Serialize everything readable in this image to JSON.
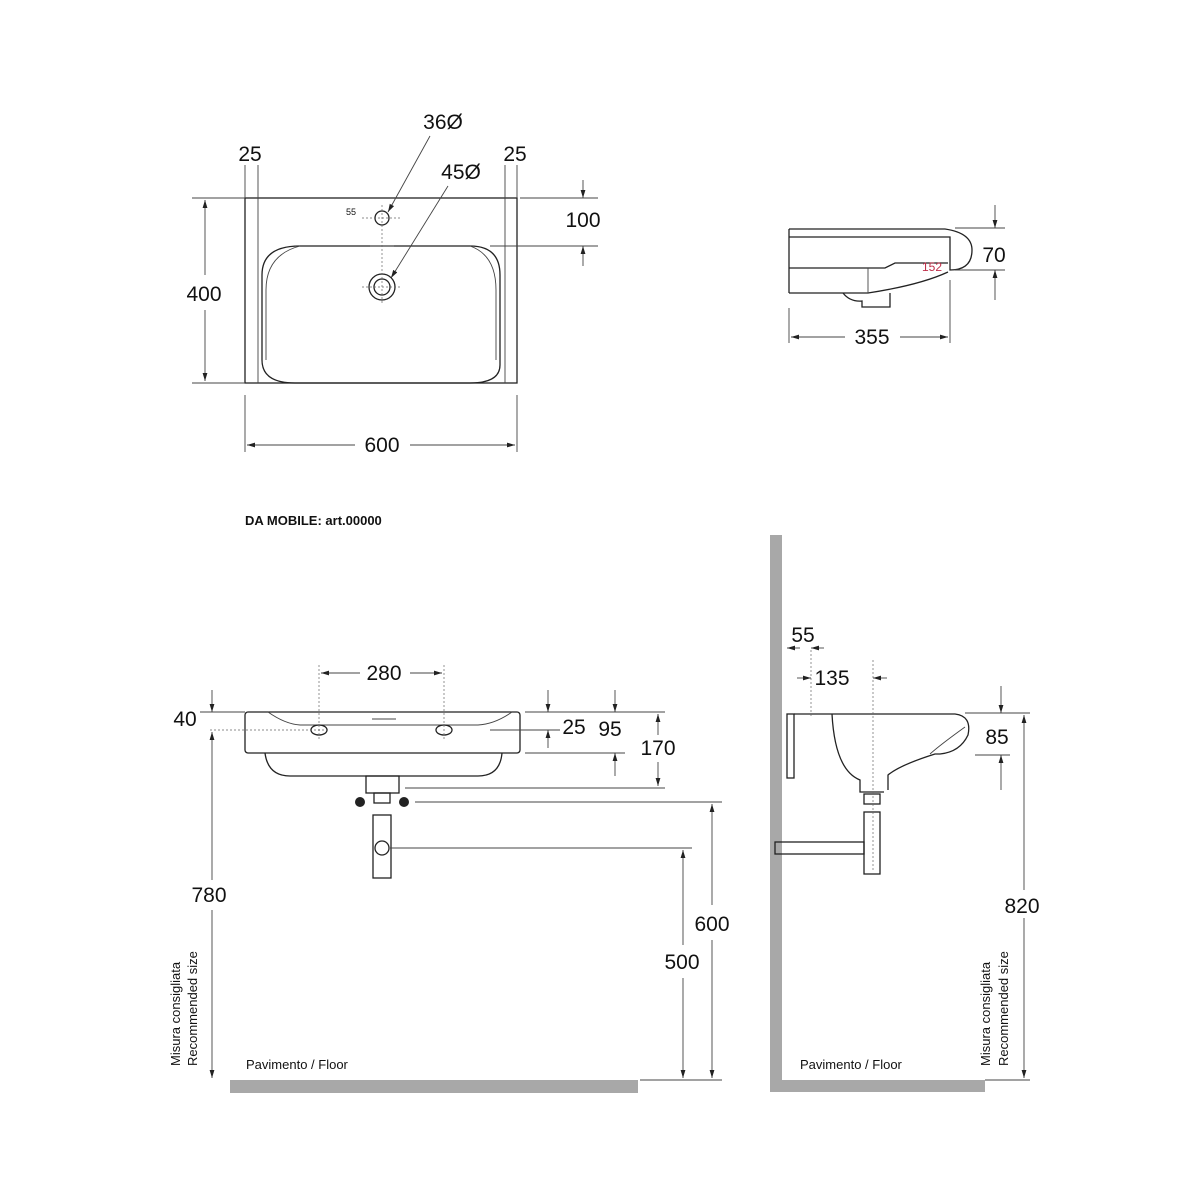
{
  "top_view": {
    "d_left": "25",
    "d_right": "25",
    "d_hole_tap": "36Ø",
    "d_hole_waste": "45Ø",
    "d_hole_offset": "55",
    "d_back": "100",
    "d_depth": "400",
    "d_width": "600"
  },
  "side_top": {
    "d_height": "70",
    "d_length": "355",
    "d_radius": "152"
  },
  "note": "DA MOBILE: art.00000",
  "front_view": {
    "d_40": "40",
    "d_280": "280",
    "d_25": "25",
    "d_95": "95",
    "d_170": "170",
    "d_780": "780",
    "d_600": "600",
    "d_500": "500",
    "floor_label": "Pavimento / Floor",
    "rec_it": "Misura consigliata",
    "rec_en": "Recommended size"
  },
  "side_view": {
    "d_55": "55",
    "d_135": "135",
    "d_85": "85",
    "d_820": "820",
    "floor_label": "Pavimento / Floor",
    "rec_it": "Misura consigliata",
    "rec_en": "Recommended size"
  },
  "colors": {
    "wall": "#a8a8a8",
    "radius_mark": "#c0304a"
  }
}
